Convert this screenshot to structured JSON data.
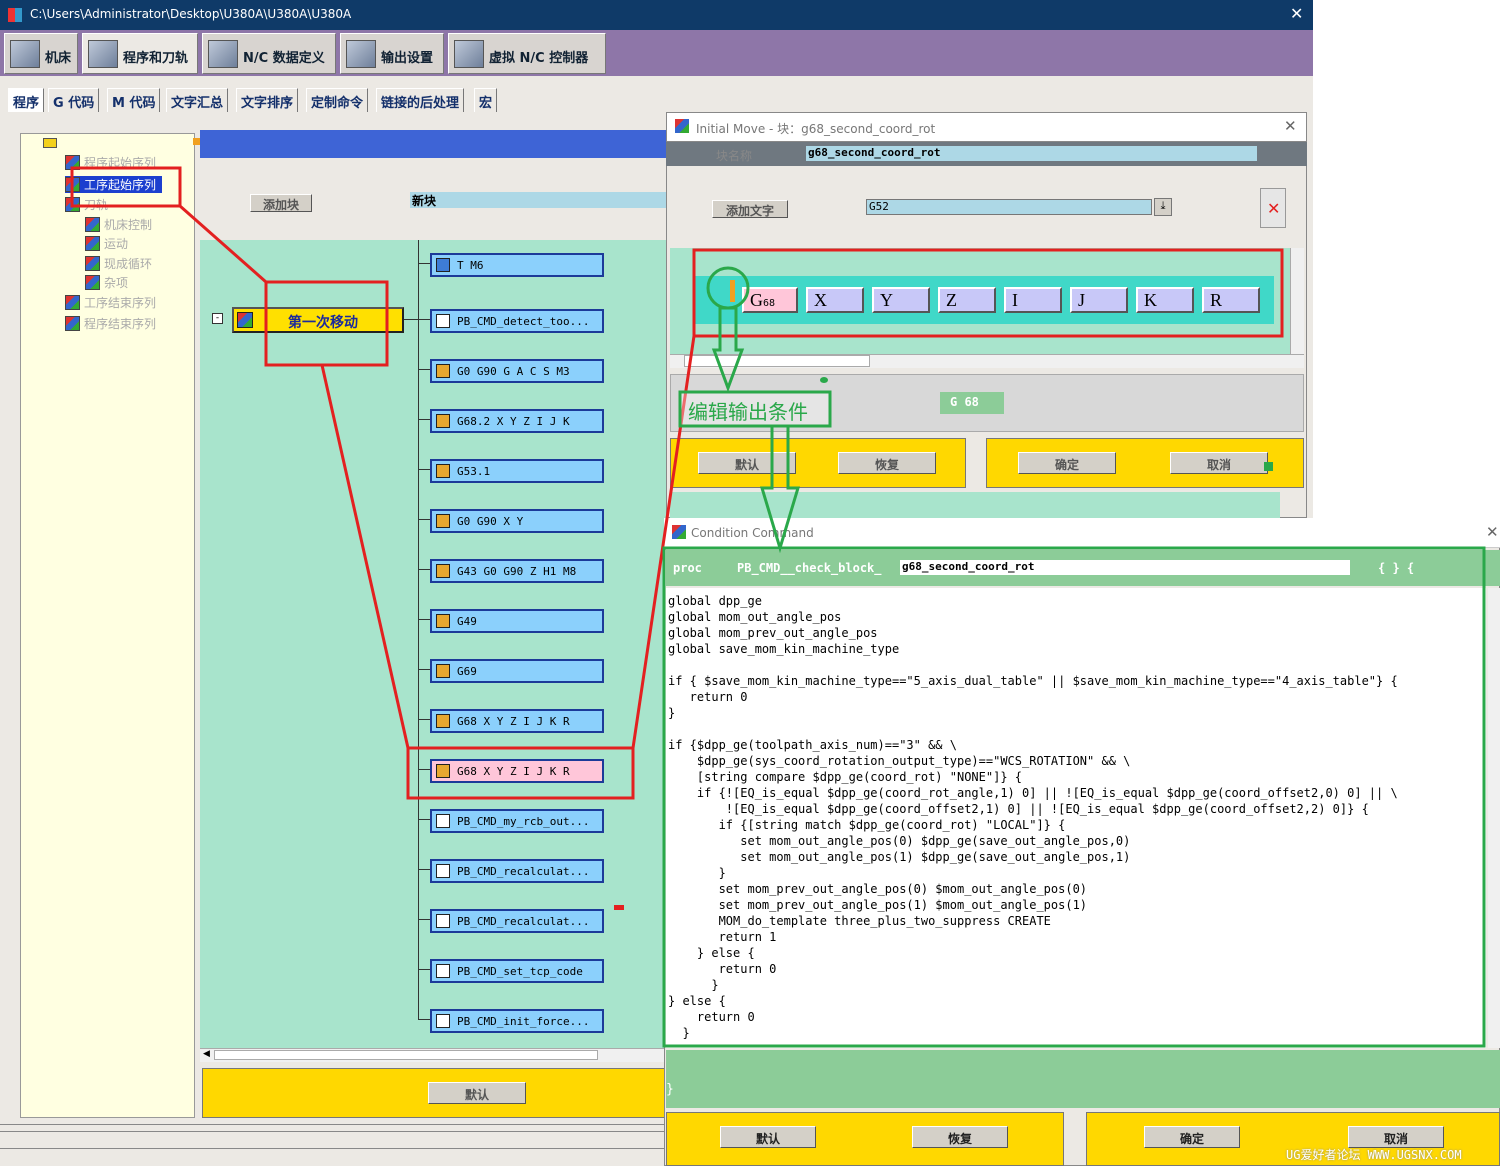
{
  "titlebar": {
    "path": "C:\\Users\\Administrator\\Desktop\\U380A\\U380A\\U380A",
    "close": "✕"
  },
  "main_tabs": [
    "机床",
    "程序和刀轨",
    "N/C 数据定义",
    "输出设置",
    "虚拟 N/C 控制器"
  ],
  "sub_tabs": [
    "程序",
    "G 代码",
    "M 代码",
    "文字汇总",
    "文字排序",
    "定制命令",
    "链接的后处理",
    "宏"
  ],
  "tree": {
    "items": [
      "程序起始序列",
      "工序起始序列",
      "刀轨",
      "机床控制",
      "运动",
      "现成循环",
      "杂项",
      "工序结束序列",
      "程序结束序列"
    ]
  },
  "center": {
    "add_block_label": "添加块",
    "new_block_value": "新块",
    "event_label": "第一次移动",
    "default_label": "默认",
    "blocks": [
      "T M6",
      "PB_CMD_detect_too...",
      "G0 G90 G A C S M3",
      "G68.2 X Y Z I J K",
      "G53.1",
      "G0 G90 X Y",
      "G43 G0 G90 Z H1 M8",
      "G49",
      "G69",
      "G68 X Y Z I J K R",
      "G68 X Y Z I J K R",
      "PB_CMD_my_rcb_out...",
      "PB_CMD_recalculat...",
      "PB_CMD_recalculat...",
      "PB_CMD_set_tcp_code",
      "PB_CMD_init_force..."
    ]
  },
  "initial_move": {
    "title": "Initial Move  -  块：g68_second_coord_rot",
    "block_name_label": "块名称",
    "block_name_value": "g68_second_coord_rot",
    "add_word_label": "添加文字",
    "add_word_value": "G52",
    "address_boxes": [
      "G",
      "X",
      "Y",
      "Z",
      "I",
      "J",
      "K",
      "R"
    ],
    "g_sub": "68",
    "preview": "G  68",
    "buttons": [
      "默认",
      "恢复",
      "确定",
      "取消"
    ]
  },
  "annotation": {
    "edit_condition": "编辑输出条件"
  },
  "condition_command": {
    "title": "Condition Command",
    "proc_label": "proc",
    "proc_prefix": "PB_CMD__check_block_",
    "proc_name": "g68_second_coord_rot",
    "proc_braces": "{ }    {",
    "code_lines": [
      "global dpp_ge",
      "global mom_out_angle_pos",
      "global mom_prev_out_angle_pos",
      "global save_mom_kin_machine_type",
      "",
      "if { $save_mom_kin_machine_type==\"5_axis_dual_table\" || $save_mom_kin_machine_type==\"4_axis_table\"} {",
      "   return 0",
      "}",
      "",
      "if {$dpp_ge(toolpath_axis_num)==\"3\" && \\",
      "    $dpp_ge(sys_coord_rotation_output_type)==\"WCS_ROTATION\" && \\",
      "    [string compare $dpp_ge(coord_rot) \"NONE\"]} {",
      "    if {![EQ_is_equal $dpp_ge(coord_rot_angle,1) 0] || ![EQ_is_equal $dpp_ge(coord_offset2,0) 0] || \\",
      "        ![EQ_is_equal $dpp_ge(coord_offset2,1) 0] || ![EQ_is_equal $dpp_ge(coord_offset2,2) 0]} {",
      "       if {[string match $dpp_ge(coord_rot) \"LOCAL\"]} {",
      "          set mom_out_angle_pos(0) $dpp_ge(save_out_angle_pos,0)",
      "          set mom_out_angle_pos(1) $dpp_ge(save_out_angle_pos,1)",
      "       }",
      "       set mom_prev_out_angle_pos(0) $mom_out_angle_pos(0)",
      "       set mom_prev_out_angle_pos(1) $mom_out_angle_pos(1)",
      "       MOM_do_template three_plus_two_suppress CREATE",
      "       return 1",
      "    } else {",
      "       return 0",
      "      }",
      "} else {",
      "    return 0",
      "  }"
    ],
    "close_brace": "}",
    "buttons": [
      "默认",
      "恢复",
      "确定",
      "取消"
    ]
  },
  "watermark": "UG爱好者论坛 WWW.UGSNX.COM"
}
